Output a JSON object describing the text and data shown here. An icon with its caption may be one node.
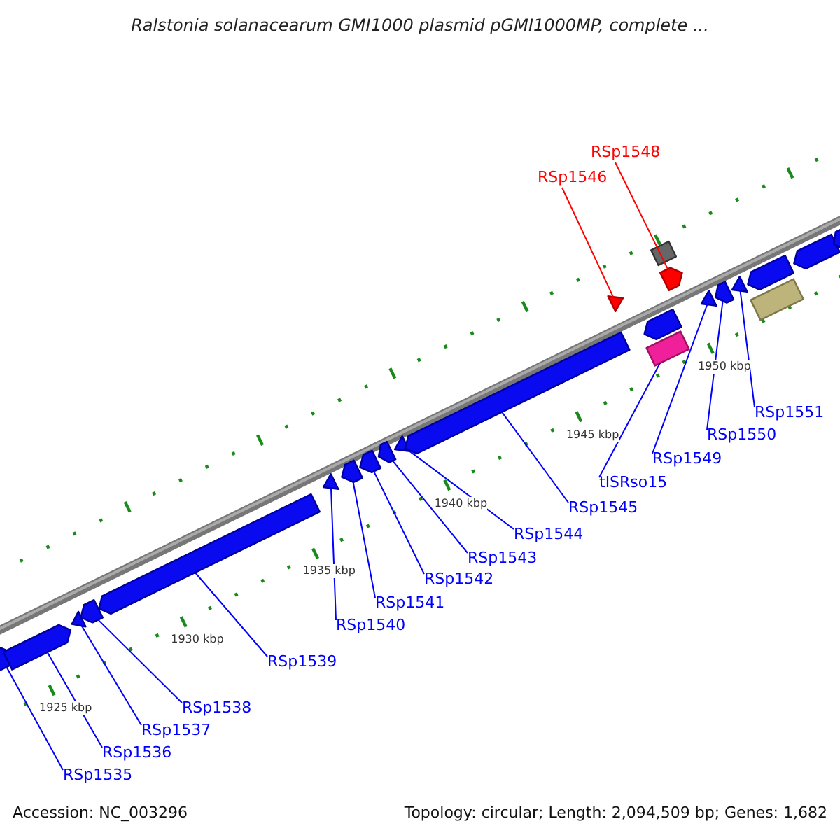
{
  "diagram": {
    "title": "Ralstonia solanacearum GMI1000 plasmid pGMI1000MP, complete ...",
    "nodes": [
      {
        "text": [
          "RSp1548"
        ]
      },
      {
        "text": [
          "RSp1546"
        ]
      },
      {
        "text": [
          "RSp1551"
        ]
      },
      {
        "text": [
          "RSp1550"
        ]
      },
      {
        "text": [
          "RSp1549"
        ]
      },
      {
        "text": [
          "tISRso15"
        ]
      },
      {
        "text": [
          "RSp1545"
        ]
      },
      {
        "text": [
          "RSp1544"
        ]
      },
      {
        "text": [
          "RSp1543"
        ]
      },
      {
        "text": [
          "RSp1542"
        ]
      },
      {
        "text": [
          "RSp1541"
        ]
      },
      {
        "text": [
          "RSp1540"
        ]
      },
      {
        "text": [
          "RSp1539"
        ]
      },
      {
        "text": [
          "RSp1538"
        ]
      },
      {
        "text": [
          "RSp1537"
        ]
      },
      {
        "text": [
          "RSp1536"
        ]
      },
      {
        "text": [
          "RSp1535"
        ]
      },
      {
        "text": [],
        "shape": "arrow"
      },
      {
        "text": [],
        "shape": "arrow"
      },
      {
        "text": [],
        "shape": "triangle"
      },
      {
        "text": [],
        "shape": "arrow"
      },
      {
        "text": [],
        "shape": "arrow"
      },
      {
        "text": [],
        "shape": "triangle"
      },
      {
        "text": [],
        "shape": "arrow"
      },
      {
        "text": [],
        "shape": "arrow"
      },
      {
        "text": [],
        "shape": "arrow"
      },
      {
        "text": [],
        "shape": "triangle"
      },
      {
        "text": [],
        "shape": "arrow"
      },
      {
        "text": [],
        "shape": "triangle"
      },
      {
        "text": [],
        "shape": "arrow"
      },
      {
        "text": [],
        "shape": "box"
      },
      {
        "text": [],
        "shape": "box"
      },
      {
        "text": [],
        "shape": "arrow"
      },
      {
        "text": [],
        "shape": "triangle"
      },
      {
        "text": [],
        "shape": "arrow"
      },
      {
        "text": [],
        "shape": "triangle"
      },
      {
        "text": [],
        "shape": "arrow"
      },
      {
        "text": [],
        "shape": "box"
      },
      {
        "text": [],
        "shape": "arrow"
      },
      {
        "text": [],
        "shape": "arrow"
      }
    ],
    "edges": [
      {
        "from": 0,
        "to": 32,
        "arrow": "none",
        "color": "#ff0000"
      },
      {
        "from": 1,
        "to": 28,
        "arrow": "none",
        "color": "#ff0000"
      },
      {
        "from": 2,
        "to": 35,
        "arrow": "none"
      },
      {
        "from": 3,
        "to": 34,
        "arrow": "none"
      },
      {
        "from": 4,
        "to": 33,
        "arrow": "none"
      },
      {
        "from": 5,
        "to": 31,
        "arrow": "none"
      },
      {
        "from": 6,
        "to": 27,
        "arrow": "none"
      },
      {
        "from": 7,
        "to": 26,
        "arrow": "none"
      },
      {
        "from": 8,
        "to": 25,
        "arrow": "none"
      },
      {
        "from": 9,
        "to": 24,
        "arrow": "none"
      },
      {
        "from": 10,
        "to": 23,
        "arrow": "none"
      },
      {
        "from": 11,
        "to": 22,
        "arrow": "none"
      },
      {
        "from": 12,
        "to": 21,
        "arrow": "none"
      },
      {
        "from": 13,
        "to": 20,
        "arrow": "none"
      },
      {
        "from": 14,
        "to": 19,
        "arrow": "none"
      },
      {
        "from": 15,
        "to": 18,
        "arrow": "none"
      },
      {
        "from": 16,
        "to": 17,
        "arrow": "none"
      }
    ],
    "labels": [
      "1950 kbp",
      "1945 kbp",
      "1940 kbp",
      "1935 kbp",
      "1930 kbp",
      "1925 kbp",
      "Accession: NC_003296",
      "Topology: circular; Length: 2,094,509 bp; Genes: 1,682"
    ]
  }
}
